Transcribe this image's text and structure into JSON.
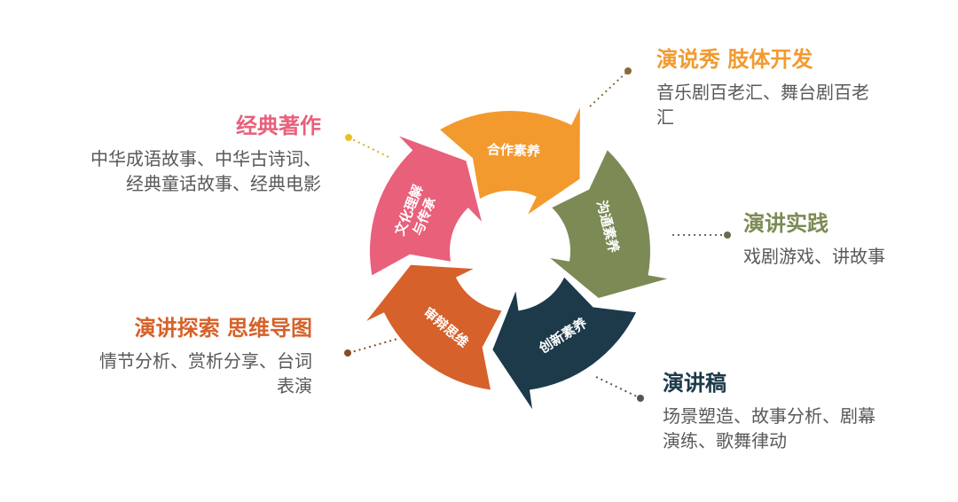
{
  "segments": [
    {
      "label": "合作素养",
      "color": "#F39A2E"
    },
    {
      "label": "沟通素养",
      "color": "#7C8A55"
    },
    {
      "label": "创新素养",
      "color": "#1C3A4A"
    },
    {
      "label": "审辩思维",
      "color": "#D6612A"
    },
    {
      "label": "文化理解与传承",
      "label_line1": "文化理解",
      "label_line2": "与传承",
      "color": "#E8607A"
    }
  ],
  "blocks": {
    "top_right": {
      "title": "演说秀  肢体开发",
      "line1": "音乐剧百老汇、舞台剧百老",
      "line2": "汇",
      "color": "#F39A2E"
    },
    "mid_right": {
      "title": "演讲实践",
      "line1": "戏剧游戏、讲故事",
      "color": "#7C8A55"
    },
    "bottom_right": {
      "title": "演讲稿",
      "line1": "场景塑造、故事分析、剧幕",
      "line2": "演练、歌舞律动",
      "color": "#1C3A4A"
    },
    "bottom_left": {
      "title": "演讲探索 思维导图",
      "line1": "情节分析、赏析分享、台词",
      "line2": "表演",
      "color": "#D6612A"
    },
    "top_left": {
      "title": "经典著作",
      "line1": "中华成语故事、中华古诗词、",
      "line2": "经典童话故事、经典电影",
      "color": "#E8607A"
    }
  }
}
